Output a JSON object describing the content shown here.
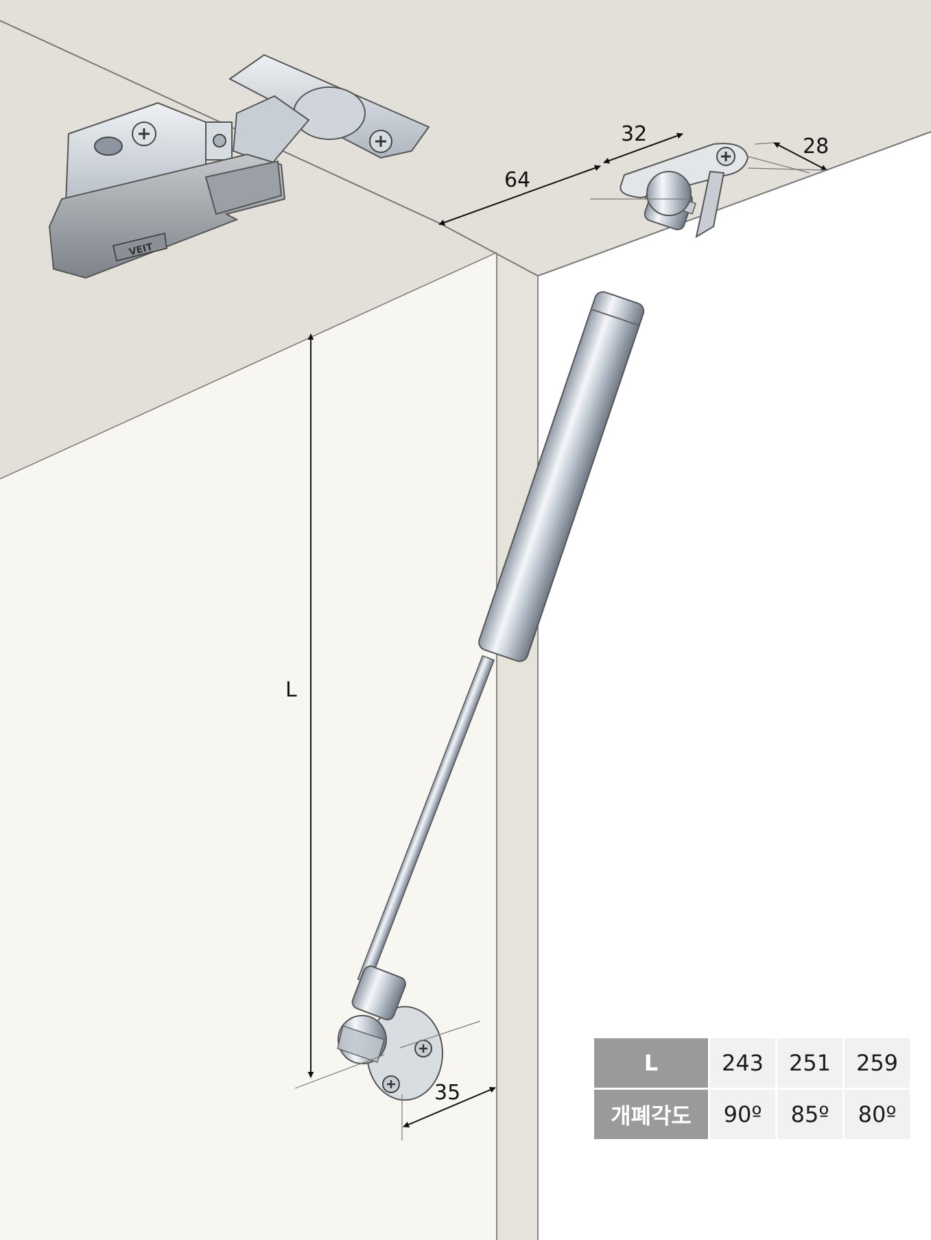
{
  "dimensions": {
    "d64": "64",
    "d32": "32",
    "d28": "28",
    "dL": "L",
    "d35": "35"
  },
  "logo_text": "VEIT",
  "spec_table": {
    "row_L": {
      "label": "L",
      "values": [
        "243",
        "251",
        "259"
      ]
    },
    "row_angle": {
      "label": "개폐각도",
      "values": [
        "90º",
        "85º",
        "80º"
      ]
    }
  },
  "colors": {
    "top_panel": "#e3e0da",
    "front_panel": "#f8f6f1",
    "side_panel": "#e6e3db",
    "table_header": "#9a9a9a",
    "table_cell": "#f1f1f1"
  }
}
